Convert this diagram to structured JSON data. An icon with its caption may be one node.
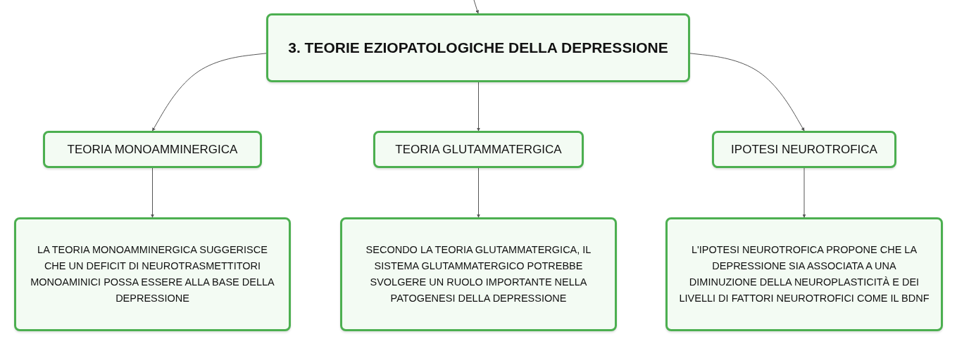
{
  "diagram": {
    "nodes": [
      {
        "text": [
          "3. TEORIE EZIOPATOLOGICHE DELLA DEPRESSIONE"
        ]
      },
      {
        "text": [
          "TEORIA MONOAMMINERGICA"
        ]
      },
      {
        "text": [
          "TEORIA GLUTAMMATERGICA"
        ]
      },
      {
        "text": [
          "IPOTESI NEUROTROFICA"
        ]
      },
      {
        "text": [
          "LA TEORIA MONOAMMINERGICA SUGGERISCE CHE UN DEFICIT DI NEUROTRASMETTITORI MONOAMINICI POSSA ESSERE ALLA BASE DELLA DEPRESSIONE"
        ]
      },
      {
        "text": [
          "SECONDO LA TEORIA GLUTAMMATERGICA, IL SISTEMA GLUTAMMATERGICO POTREBBE SVOLGERE UN RUOLO IMPORTANTE NELLA PATOGENESI DELLA DEPRESSIONE"
        ]
      },
      {
        "text": [
          "L'IPOTESI NEUROTROFICA PROPONE CHE LA DEPRESSIONE SIA ASSOCIATA A UNA DIMINUZIONE DELLA NEUROPLASTICITÀ E DEI LIVELLI DI FATTORI NEUROTROFICI COME IL BDNF"
        ]
      }
    ],
    "edges": [
      {
        "from": null,
        "to": 0,
        "arrow": "to"
      },
      {
        "from": 0,
        "to": 1,
        "arrow": "to"
      },
      {
        "from": 0,
        "to": 2,
        "arrow": "to"
      },
      {
        "from": 0,
        "to": 3,
        "arrow": "to"
      },
      {
        "from": 1,
        "to": 4,
        "arrow": "to"
      },
      {
        "from": 2,
        "to": 5,
        "arrow": "to"
      },
      {
        "from": 3,
        "to": 6,
        "arrow": "to"
      }
    ]
  }
}
